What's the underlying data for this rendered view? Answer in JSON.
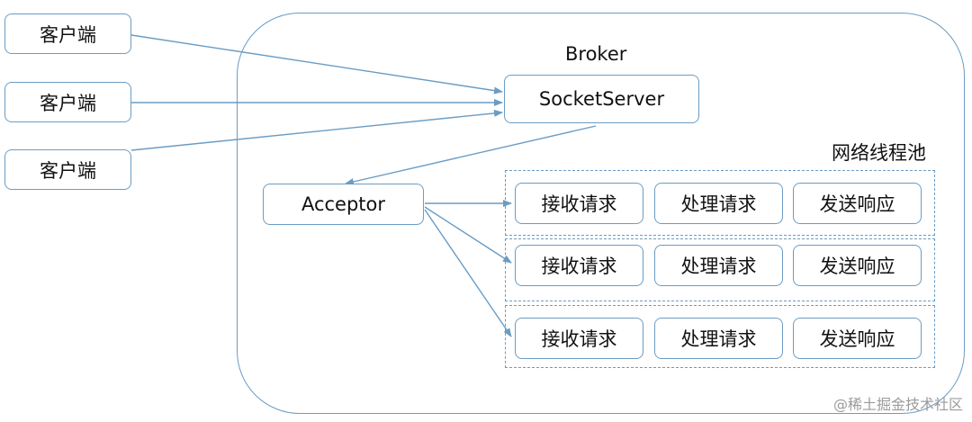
{
  "broker": {
    "label": "Broker"
  },
  "clients": [
    {
      "label": "客户端"
    },
    {
      "label": "客户端"
    },
    {
      "label": "客户端"
    }
  ],
  "socket_server": {
    "label": "SocketServer"
  },
  "acceptor": {
    "label": "Acceptor"
  },
  "thread_pool": {
    "label": "网络线程池",
    "rows": [
      {
        "receive": "接收请求",
        "process": "处理请求",
        "respond": "发送响应"
      },
      {
        "receive": "接收请求",
        "process": "处理请求",
        "respond": "发送响应"
      },
      {
        "receive": "接收请求",
        "process": "处理请求",
        "respond": "发送响应"
      }
    ]
  },
  "watermark": {
    "text": "@稀土掘金技术社区"
  },
  "colors": {
    "border": "#6a9cc4",
    "arrow": "#6a9cc4",
    "text": "#111111",
    "watermark": "#9b9b9b"
  }
}
